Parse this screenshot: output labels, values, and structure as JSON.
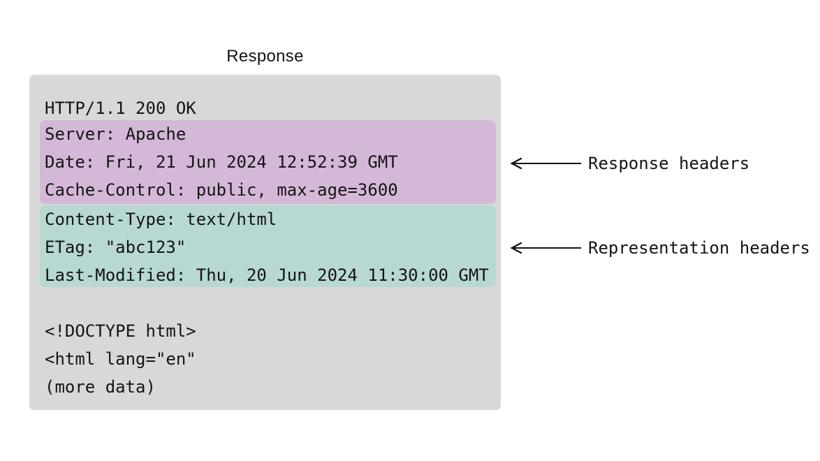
{
  "title": "Response",
  "response_box": {
    "status_line": "HTTP/1.1 200 OK",
    "response_headers": {
      "lines": [
        "Server: Apache",
        "Date: Fri, 21 Jun 2024 12:52:39 GMT",
        "Cache-Control: public, max-age=3600"
      ]
    },
    "representation_headers": {
      "lines": [
        "Content-Type: text/html",
        "ETag: \"abc123\"",
        "Last-Modified: Thu, 20 Jun 2024 11:30:00 GMT"
      ]
    },
    "body_lines": [
      "<!DOCTYPE html>",
      "<html lang=\"en\"",
      "(more data)"
    ]
  },
  "annotations": {
    "response_headers_label": "Response headers",
    "representation_headers_label": "Representation headers"
  },
  "colors": {
    "page_bg": "#ffffff",
    "box_bg": "#d8d8d8",
    "response_headers_bg": "#d4b8d8",
    "representation_headers_bg": "#b8d8d3",
    "text": "#141414",
    "arrow": "#141414"
  }
}
